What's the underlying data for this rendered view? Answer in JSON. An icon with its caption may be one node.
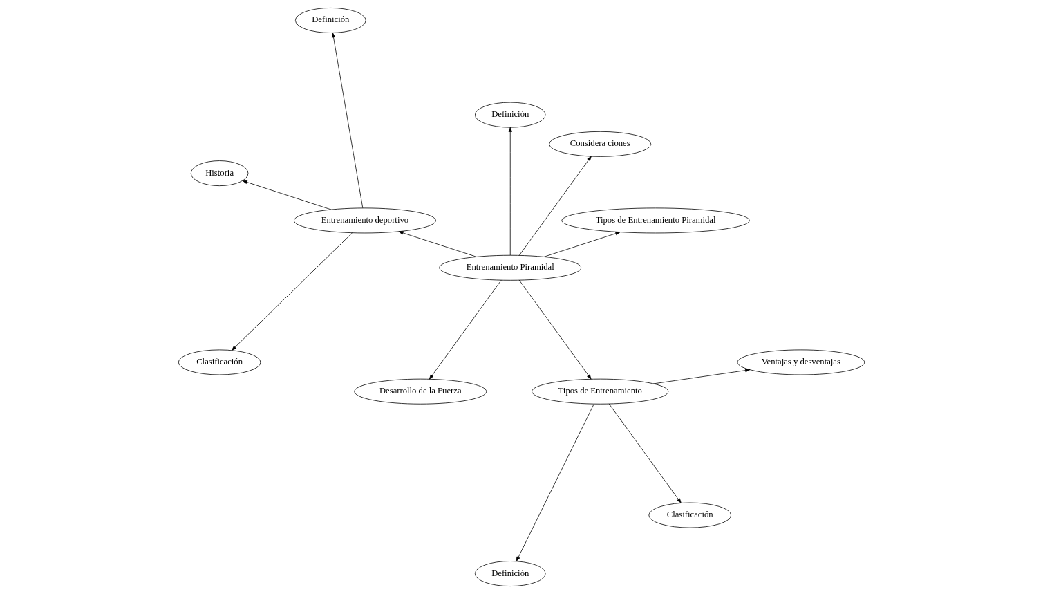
{
  "diagram": {
    "nodes": [
      {
        "text": [
          "Tipos de Entrenamiento Piramidal"
        ]
      },
      {
        "text": [
          "Considera ciones"
        ]
      },
      {
        "text": [
          "Definición"
        ]
      },
      {
        "text": [
          "Definición"
        ]
      },
      {
        "text": [
          "Entrenamiento Piramidal"
        ]
      },
      {
        "text": [
          "Historia"
        ]
      },
      {
        "text": [
          "Entrenamiento deportivo"
        ]
      },
      {
        "text": [
          "Desarrollo de la Fuerza"
        ]
      },
      {
        "text": [
          "Clasificación"
        ]
      },
      {
        "text": [
          "Tipos de Entrenamiento"
        ]
      },
      {
        "text": [
          "Definición"
        ]
      },
      {
        "text": [
          "Clasificación"
        ]
      },
      {
        "text": [
          "Ventajas y desventajas"
        ]
      }
    ],
    "edges": [
      {
        "from": 4,
        "to": 1,
        "arrow": "to"
      },
      {
        "from": 4,
        "to": 0,
        "arrow": "to"
      },
      {
        "from": 4,
        "to": 3,
        "arrow": "to"
      },
      {
        "from": 4,
        "to": 7,
        "arrow": "to"
      },
      {
        "from": 4,
        "to": 9,
        "arrow": "to"
      },
      {
        "from": 4,
        "to": 6,
        "arrow": "to"
      },
      {
        "from": 6,
        "to": 2,
        "arrow": "to"
      },
      {
        "from": 6,
        "to": 5,
        "arrow": "to"
      },
      {
        "from": 6,
        "to": 8,
        "arrow": "to"
      },
      {
        "from": 9,
        "to": 10,
        "arrow": "to"
      },
      {
        "from": 9,
        "to": 11,
        "arrow": "to"
      },
      {
        "from": 9,
        "to": 12,
        "arrow": "to"
      }
    ]
  }
}
